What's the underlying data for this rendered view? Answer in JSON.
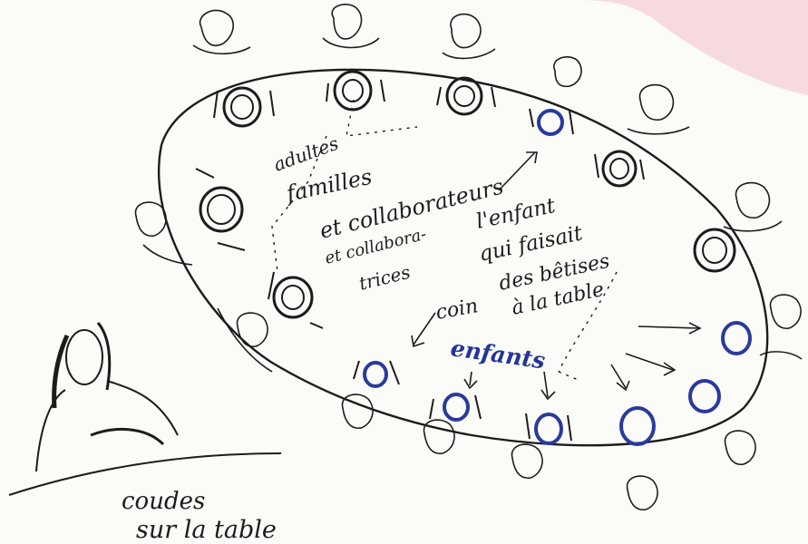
{
  "colors": {
    "ink": "#1c1c1c",
    "blue_ink": "#2a3a9c",
    "pink_corner": "#f6dadd",
    "paper": "#fbfbf8"
  },
  "labels": {
    "adultes": "adultes",
    "familles": "familles",
    "collab_1": "et collaborateurs",
    "collab_2": "et collabora-",
    "collab_3": "trices",
    "enfant_1": "l'enfant",
    "enfant_2": "qui faisait",
    "enfant_3": "des bêtises",
    "enfant_4": "à la table",
    "coin": "coin",
    "enfants": "enfants",
    "coudes_1": "coudes",
    "coudes_2": "sur la table"
  }
}
